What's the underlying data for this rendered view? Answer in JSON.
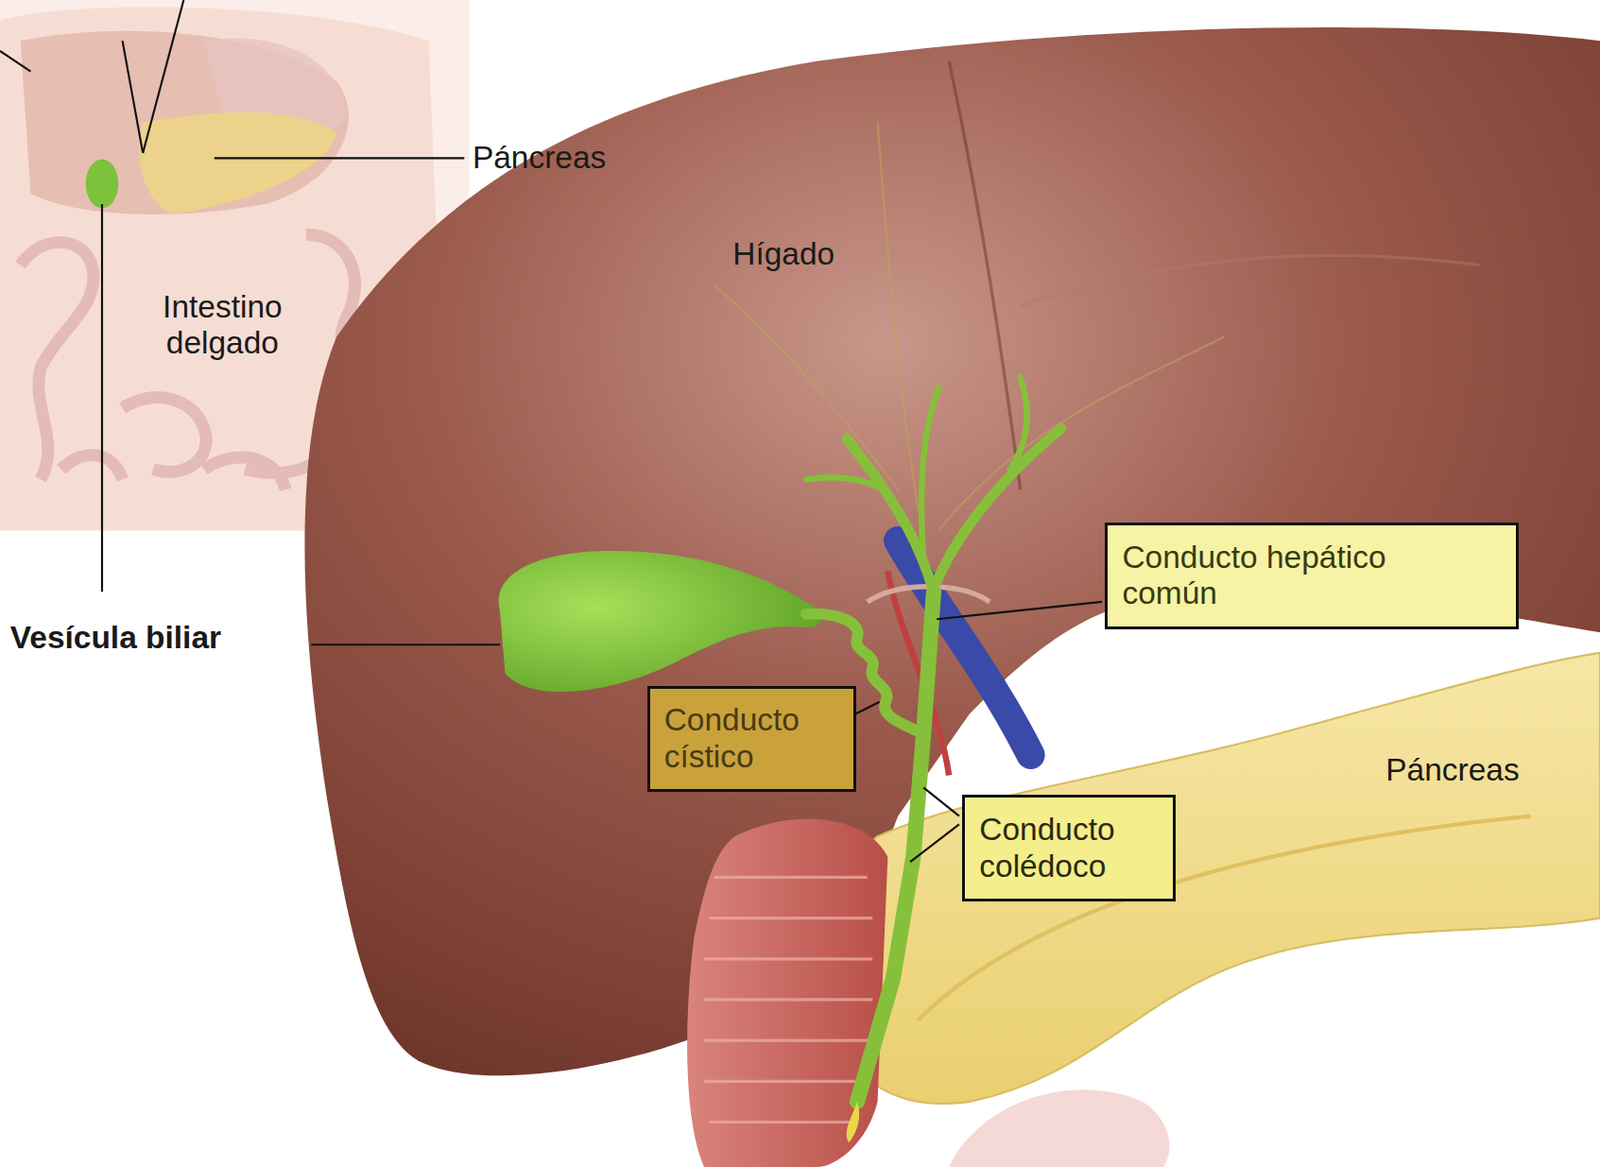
{
  "diagram": {
    "nodes": [
      {
        "text": [
          "Conducto hepático común"
        ]
      },
      {
        "text": [
          "Conducto cístico"
        ]
      },
      {
        "text": [
          "Conducto colédoco"
        ]
      }
    ],
    "labels": [
      "Páncreas",
      "Hígado",
      "Intestino delgado",
      "Vesícula biliar",
      "Páncreas"
    ]
  }
}
